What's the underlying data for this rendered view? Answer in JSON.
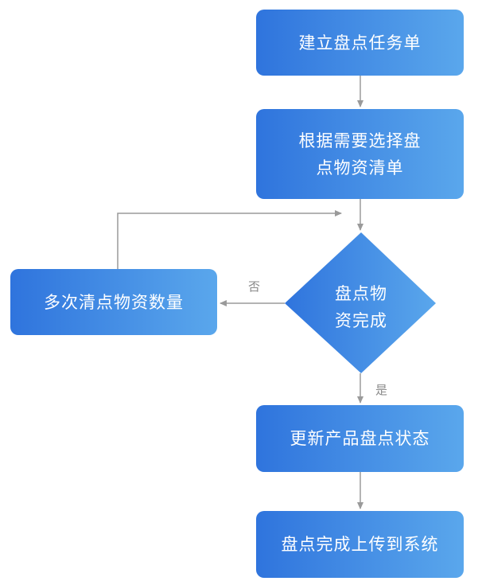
{
  "nodes": {
    "create_task": "建立盘点任务单",
    "select_list": [
      "根据需要选择盘",
      "点物资清单"
    ],
    "decision": [
      "盘点物",
      "资完成"
    ],
    "recount": "多次清点物资数量",
    "update": "更新产品盘点状态",
    "upload": "盘点完成上传到系统"
  },
  "edges": {
    "no_label": "否",
    "yes_label": "是"
  },
  "colors": {
    "gradient_start": "#2f74dd",
    "gradient_end": "#5aa7ec",
    "connector": "#9a9a9a",
    "edge_label": "#8a8a8a",
    "node_text": "#ffffff"
  }
}
